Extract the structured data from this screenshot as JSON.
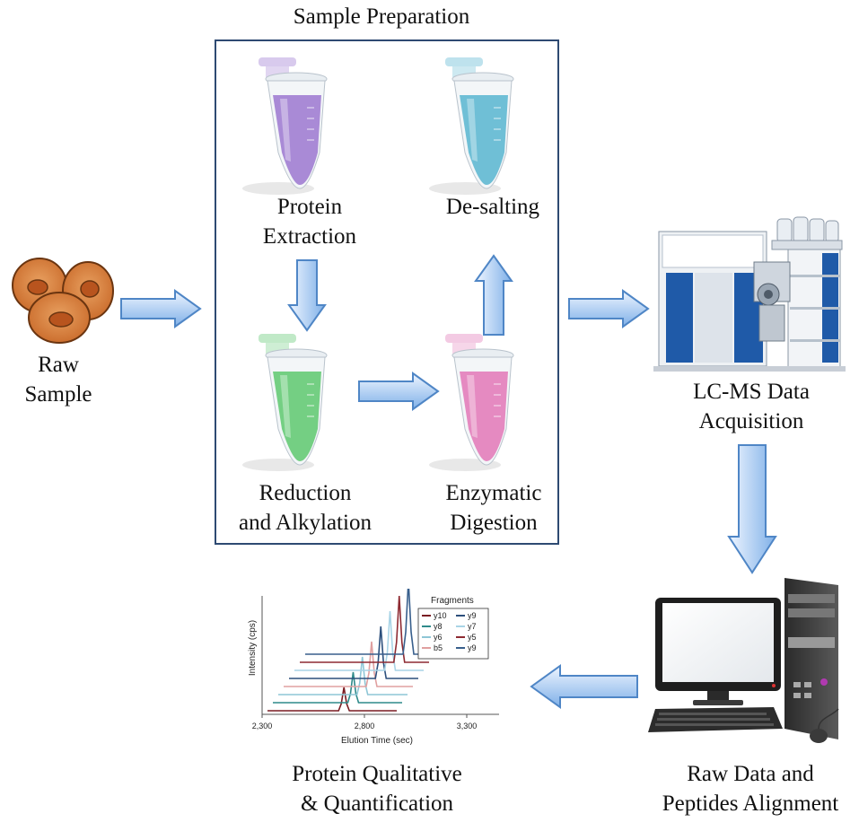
{
  "title": "Sample Preparation",
  "steps": {
    "raw_sample": [
      "Raw",
      "Sample"
    ],
    "protein_extraction": [
      "Protein",
      "Extraction"
    ],
    "desalting": [
      "De-salting"
    ],
    "reduction_alkylation": [
      "Reduction",
      "and Alkylation"
    ],
    "enzymatic_digestion": [
      "Enzymatic",
      "Digestion"
    ],
    "lcms": [
      "LC-MS Data",
      "Acquisition"
    ],
    "raw_data_alignment": [
      "Raw Data and",
      "Peptides Alignment"
    ],
    "protein_quant": [
      "Protein Qualitative",
      "& Quantification"
    ]
  },
  "tube_colors": {
    "protein_extraction": "#a98ad6",
    "desalting": "#6fbfd6",
    "reduction_alkylation": "#74cf83",
    "enzymatic_digestion": "#e58ac1"
  },
  "chart_data": {
    "type": "line",
    "xlabel": "Elution Time (sec)",
    "ylabel": "Intensity (cps)",
    "x_ticks": [
      "2,300",
      "2,800",
      "3,300"
    ],
    "xlim": [
      2300,
      3300
    ],
    "legend_title": "Fragments",
    "series": [
      {
        "name": "y10",
        "color": "#7a1c22",
        "peak": 2700
      },
      {
        "name": "y8",
        "color": "#2f8a8a",
        "peak": 2745
      },
      {
        "name": "y6",
        "color": "#8ec6d6",
        "peak": 2790
      },
      {
        "name": "b5",
        "color": "#e0a0a0",
        "peak": 2835
      },
      {
        "name": "y9",
        "color": "#2c4f7c",
        "peak": 2880
      },
      {
        "name": "y7",
        "color": "#a9d4e6",
        "peak": 2925
      },
      {
        "name": "y5",
        "color": "#8e2a32",
        "peak": 2970
      },
      {
        "name": "y9",
        "color": "#385f8c",
        "peak": 3015
      }
    ]
  }
}
